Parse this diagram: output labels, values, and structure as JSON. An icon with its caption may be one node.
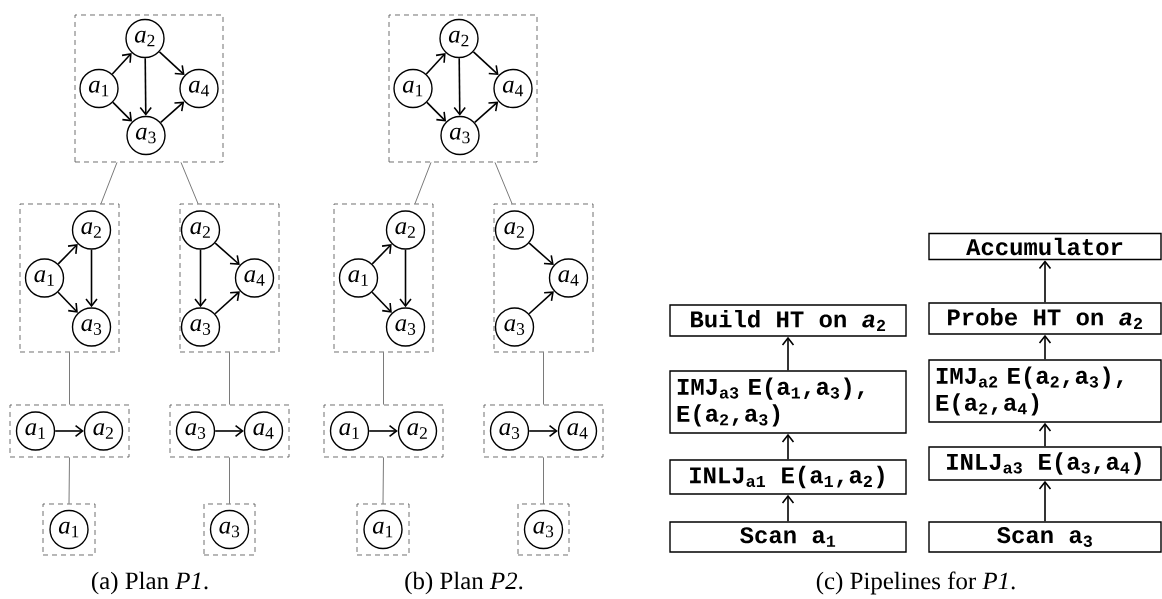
{
  "diagram": {
    "nodes": [
      {
        "text": [],
        "shape": "box"
      },
      {
        "text": [
          "*a*$_{1}$"
        ],
        "in": 0
      },
      {
        "text": [
          "*a*$_{2}$"
        ],
        "in": 0
      },
      {
        "text": [
          "*a*$_{3}$"
        ],
        "in": 0
      },
      {
        "text": [
          "*a*$_{4}$"
        ],
        "in": 0
      },
      {
        "text": [],
        "shape": "box"
      },
      {
        "text": [
          "*a*$_{1}$"
        ],
        "in": 5
      },
      {
        "text": [
          "*a*$_{2}$"
        ],
        "in": 5
      },
      {
        "text": [
          "*a*$_{3}$"
        ],
        "in": 5
      },
      {
        "text": [],
        "shape": "box"
      },
      {
        "text": [
          "*a*$_{2}$"
        ],
        "in": 9
      },
      {
        "text": [
          "*a*$_{3}$"
        ],
        "in": 9
      },
      {
        "text": [
          "*a*$_{4}$"
        ],
        "in": 9
      },
      {
        "text": [],
        "shape": "box"
      },
      {
        "text": [
          "*a*$_{1}$"
        ],
        "in": 13
      },
      {
        "text": [
          "*a*$_{2}$"
        ],
        "in": 13
      },
      {
        "text": [],
        "shape": "box"
      },
      {
        "text": [
          "*a*$_{3}$"
        ],
        "in": 16
      },
      {
        "text": [
          "*a*$_{4}$"
        ],
        "in": 16
      },
      {
        "text": [],
        "shape": "box"
      },
      {
        "text": [
          "*a*$_{1}$"
        ],
        "in": 19
      },
      {
        "text": [],
        "shape": "box"
      },
      {
        "text": [
          "*a*$_{3}$"
        ],
        "in": 21
      },
      {
        "text": [],
        "shape": "box"
      },
      {
        "text": [
          "*a*$_{1}$"
        ],
        "in": 23
      },
      {
        "text": [
          "*a*$_{2}$"
        ],
        "in": 23
      },
      {
        "text": [
          "*a*$_{3}$"
        ],
        "in": 23
      },
      {
        "text": [
          "*a*$_{4}$"
        ],
        "in": 23
      },
      {
        "text": [],
        "shape": "box"
      },
      {
        "text": [
          "*a*$_{1}$"
        ],
        "in": 28
      },
      {
        "text": [
          "*a*$_{2}$"
        ],
        "in": 28
      },
      {
        "text": [
          "*a*$_{3}$"
        ],
        "in": 28
      },
      {
        "text": [],
        "shape": "box"
      },
      {
        "text": [
          "*a*$_{2}$"
        ],
        "in": 32
      },
      {
        "text": [
          "*a*$_{3}$"
        ],
        "in": 32
      },
      {
        "text": [
          "*a*$_{4}$"
        ],
        "in": 32
      },
      {
        "text": [],
        "shape": "box"
      },
      {
        "text": [
          "*a*$_{1}$"
        ],
        "in": 36
      },
      {
        "text": [
          "*a*$_{2}$"
        ],
        "in": 36
      },
      {
        "text": [],
        "shape": "box"
      },
      {
        "text": [
          "*a*$_{3}$"
        ],
        "in": 39
      },
      {
        "text": [
          "*a*$_{4}$"
        ],
        "in": 39
      },
      {
        "text": [],
        "shape": "box"
      },
      {
        "text": [
          "*a*$_{1}$"
        ],
        "in": 42
      },
      {
        "text": [],
        "shape": "box"
      },
      {
        "text": [
          "*a*$_{3}$"
        ],
        "in": 44
      },
      {
        "text": [
          "Accumulator"
        ]
      },
      {
        "text": [
          "Build HT on *a*$_{2}$"
        ]
      },
      {
        "text": [
          "Probe HT on *a*$_{2}$"
        ]
      },
      {
        "text": [
          "IMJ$_{a3}$ E(a$_{1}$,a$_{3}$), E(a$_{2}$,a$_{3}$)"
        ]
      },
      {
        "text": [
          "IMJ$_{a2}$ E(a$_{2}$,a$_{3}$), E(a$_{2}$,a$_{4}$)"
        ]
      },
      {
        "text": [
          "INLJ$_{a1}$ E(a$_{1}$,a$_{2}$)"
        ]
      },
      {
        "text": [
          "INLJ$_{a3}$ E(a$_{3}$,a$_{4}$)"
        ]
      },
      {
        "text": [
          "Scan a$_{1}$"
        ]
      },
      {
        "text": [
          "Scan a$_{3}$"
        ]
      }
    ],
    "edges": [
      {
        "from": 1,
        "to": 2,
        "arrow": "to"
      },
      {
        "from": 1,
        "to": 3,
        "arrow": "to"
      },
      {
        "from": 2,
        "to": 3,
        "arrow": "to"
      },
      {
        "from": 2,
        "to": 4,
        "arrow": "to"
      },
      {
        "from": 3,
        "to": 4,
        "arrow": "to"
      },
      {
        "from": 0,
        "to": 5,
        "arrow": "none"
      },
      {
        "from": 0,
        "to": 9,
        "arrow": "none"
      },
      {
        "from": 6,
        "to": 7,
        "arrow": "to"
      },
      {
        "from": 6,
        "to": 8,
        "arrow": "to"
      },
      {
        "from": 7,
        "to": 8,
        "arrow": "to"
      },
      {
        "from": 10,
        "to": 12,
        "arrow": "to"
      },
      {
        "from": 10,
        "to": 11,
        "arrow": "to"
      },
      {
        "from": 11,
        "to": 12,
        "arrow": "to"
      },
      {
        "from": 5,
        "to": 13,
        "arrow": "none"
      },
      {
        "from": 9,
        "to": 16,
        "arrow": "none"
      },
      {
        "from": 14,
        "to": 15,
        "arrow": "to"
      },
      {
        "from": 17,
        "to": 18,
        "arrow": "to"
      },
      {
        "from": 13,
        "to": 19,
        "arrow": "none"
      },
      {
        "from": 16,
        "to": 21,
        "arrow": "none"
      },
      {
        "from": 24,
        "to": 25,
        "arrow": "to"
      },
      {
        "from": 24,
        "to": 26,
        "arrow": "to"
      },
      {
        "from": 25,
        "to": 26,
        "arrow": "to"
      },
      {
        "from": 25,
        "to": 27,
        "arrow": "to"
      },
      {
        "from": 26,
        "to": 27,
        "arrow": "to"
      },
      {
        "from": 23,
        "to": 28,
        "arrow": "none"
      },
      {
        "from": 23,
        "to": 32,
        "arrow": "none"
      },
      {
        "from": 29,
        "to": 30,
        "arrow": "to"
      },
      {
        "from": 29,
        "to": 31,
        "arrow": "to"
      },
      {
        "from": 30,
        "to": 31,
        "arrow": "to"
      },
      {
        "from": 33,
        "to": 35,
        "arrow": "to"
      },
      {
        "from": 34,
        "to": 35,
        "arrow": "to"
      },
      {
        "from": 28,
        "to": 36,
        "arrow": "none"
      },
      {
        "from": 32,
        "to": 39,
        "arrow": "none"
      },
      {
        "from": 37,
        "to": 38,
        "arrow": "to"
      },
      {
        "from": 40,
        "to": 41,
        "arrow": "to"
      },
      {
        "from": 36,
        "to": 42,
        "arrow": "none"
      },
      {
        "from": 39,
        "to": 44,
        "arrow": "none"
      },
      {
        "from": 53,
        "to": 51,
        "arrow": "to"
      },
      {
        "from": 51,
        "to": 49,
        "arrow": "to"
      },
      {
        "from": 49,
        "to": 47,
        "arrow": "to"
      },
      {
        "from": 54,
        "to": 52,
        "arrow": "to"
      },
      {
        "from": 52,
        "to": 50,
        "arrow": "to"
      },
      {
        "from": 50,
        "to": 48,
        "arrow": "to"
      },
      {
        "from": 48,
        "to": 46,
        "arrow": "to"
      }
    ],
    "labels": [
      "(a) Plan *P1*.",
      "(b) Plan *P2*.",
      "(c) Pipelines for *P1*."
    ]
  }
}
